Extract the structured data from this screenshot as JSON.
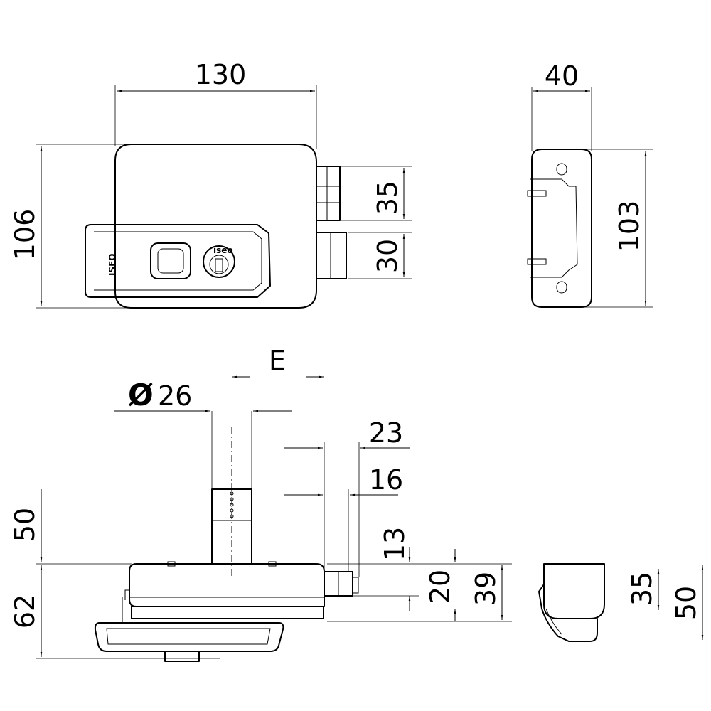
{
  "front_view": {
    "width_dim": "130",
    "height_dim": "106",
    "bolt_upper_dim": "35",
    "bolt_lower_dim": "30",
    "brand_logo_vertical": "ISEO",
    "brand_logo_cylinder": "iseo"
  },
  "side_view": {
    "width_dim": "40",
    "height_dim": "103"
  },
  "bottom_view": {
    "e_dim": "E",
    "diameter_symbol": "Ø",
    "diameter_dim": "26",
    "dim_23": "23",
    "dim_16": "16",
    "dim_13": "13",
    "dim_20": "20",
    "dim_39": "39",
    "dim_50_left": "50",
    "dim_62": "62"
  },
  "keeper_view": {
    "dim_35": "35",
    "dim_50": "50"
  }
}
